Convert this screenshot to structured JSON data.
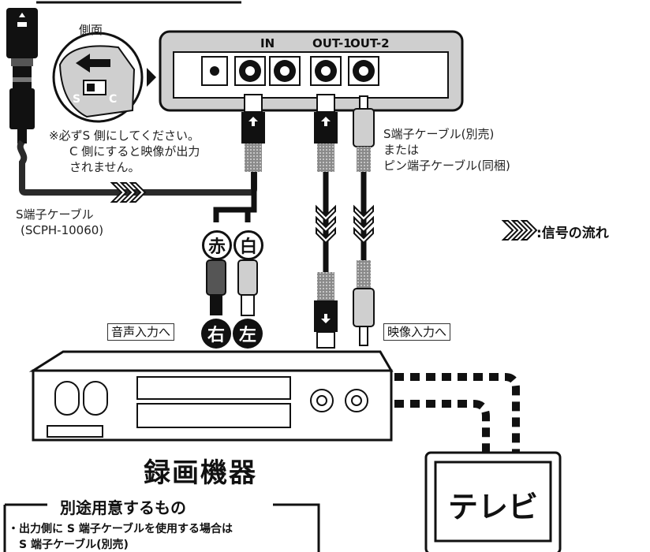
{
  "adapter": {
    "side_view_label": "側面",
    "port_in": "IN",
    "port_out1": "OUT-1",
    "port_out2": "OUT-2"
  },
  "switch": {
    "s": "S",
    "c": "C"
  },
  "notes": {
    "line1": "※必ずS 側にしてください。",
    "line2": "C 側にすると映像が出力",
    "line3": "されません。"
  },
  "cables": {
    "s_cable_line1": "S端子ケーブル",
    "s_cable_line2": "(SCPH-10060)",
    "alt_line1": "S端子ケーブル(別売)",
    "alt_line2": "または",
    "alt_line3": "ピン端子ケーブル(同梱)"
  },
  "plugs": {
    "red": "赤",
    "white": "白",
    "right": "右",
    "left": "左"
  },
  "labels": {
    "audio_in": "音声入力へ",
    "video_in": "映像入力へ"
  },
  "legend": {
    "signal_flow": ":信号の流れ"
  },
  "recorder": {
    "title": "録画機器"
  },
  "tv": {
    "label": "テレビ"
  },
  "requirements": {
    "title": "別途用意するもの",
    "item1": "・出力側に S 端子ケーブルを使用する場合は",
    "item2": "S 端子ケーブル(別売)"
  },
  "colors": {
    "ink": "#111111",
    "light_gray": "#cfcfcf",
    "mid_gray": "#8a8a8a",
    "paper": "#ffffff"
  },
  "icons": [
    "playstation-logo-icon",
    "left-arrow-icon",
    "right-triangle-icon",
    "signal-chevron-icon",
    "up-arrow-icon",
    "down-arrow-icon"
  ]
}
